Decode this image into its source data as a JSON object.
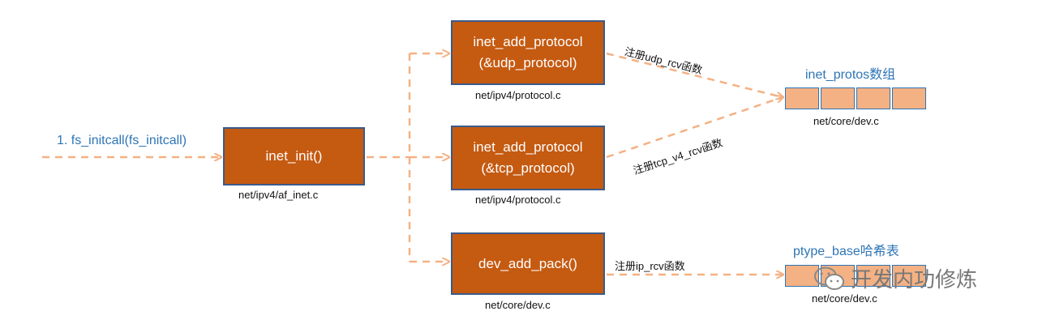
{
  "colors": {
    "box_fill": "#c55a11",
    "box_border": "#3b5a8a",
    "arrow": "#f4b183",
    "cell_fill": "#f4b183",
    "blue_text": "#2e75b6"
  },
  "entry_label": "1. fs_initcall(fs_initcall)",
  "inet_init": {
    "label": "inet_init()",
    "file": "net/ipv4/af_inet.c"
  },
  "udp_box": {
    "line1": "inet_add_protocol",
    "line2": "(&udp_protocol)",
    "file": "net/ipv4/protocol.c"
  },
  "tcp_box": {
    "line1": "inet_add_protocol",
    "line2": "(&tcp_protocol)",
    "file": "net/ipv4/protocol.c"
  },
  "pack_box": {
    "label": "dev_add_pack()",
    "file": "net/core/dev.c"
  },
  "edge_labels": {
    "udp": "注册udp_rcv函数",
    "tcp": "注册tcp_v4_rcv函数",
    "ip": "注册ip_rcv函数"
  },
  "inet_protos": {
    "title": "inet_protos数组",
    "file": "net/core/dev.c"
  },
  "ptype_base": {
    "title": "ptype_base哈希表",
    "file": "net/core/dev.c"
  },
  "watermark": {
    "icon": "wechat-icon",
    "text": "开发内功修炼"
  }
}
